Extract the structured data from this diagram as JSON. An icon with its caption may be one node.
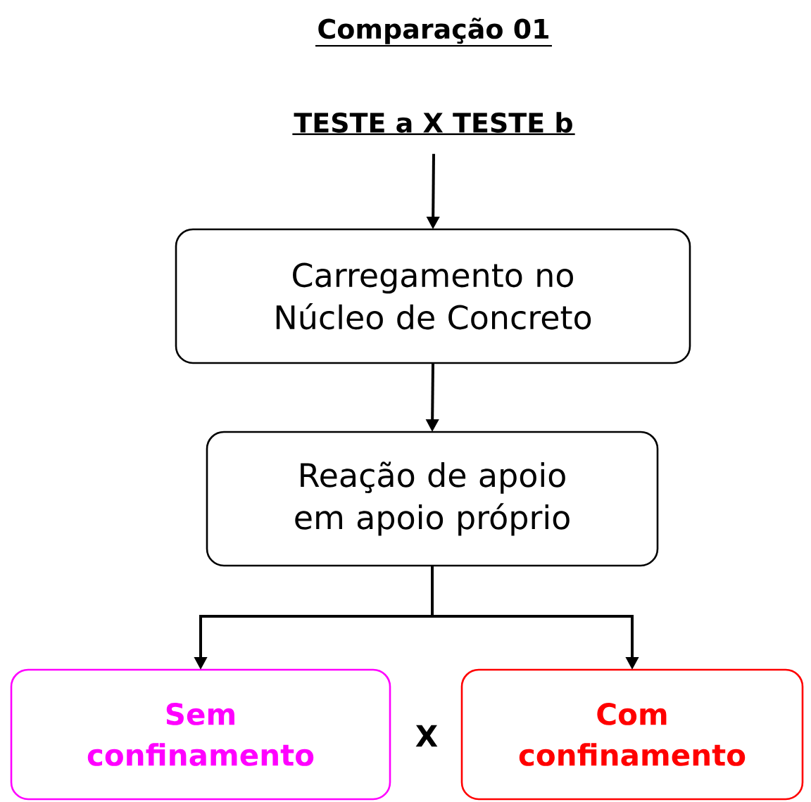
{
  "diagram": {
    "title": "Comparação 01",
    "nodes": [
      {
        "text": [
          "TESTE a X TESTE b"
        ]
      },
      {
        "text": [
          "Carregamento no Núcleo de Concreto"
        ]
      },
      {
        "text": [
          "Reação de apoio em apoio próprio"
        ]
      },
      {
        "text": [
          "Sem confinamento"
        ]
      },
      {
        "text": [
          "Com confinamento"
        ]
      }
    ],
    "edges": [
      {
        "from": 0,
        "to": 1,
        "arrow": "to"
      },
      {
        "from": 1,
        "to": 2,
        "arrow": "to"
      },
      {
        "from": 2,
        "to": 3,
        "arrow": "to"
      },
      {
        "from": 2,
        "to": 4,
        "arrow": "to"
      }
    ],
    "labels": [
      "X"
    ]
  }
}
